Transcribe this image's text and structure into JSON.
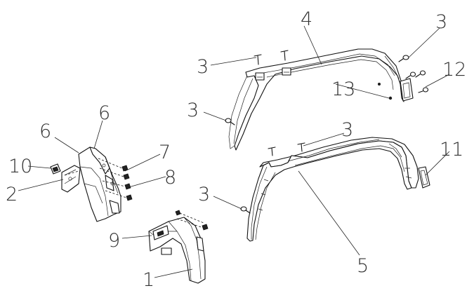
{
  "callouts": {
    "c1": "1",
    "c2": "2",
    "c3a": "3",
    "c3b": "3",
    "c3c": "3",
    "c3d": "3",
    "c3e": "3",
    "c4": "4",
    "c5": "5",
    "c6a": "6",
    "c6b": "6",
    "c7": "7",
    "c8": "8",
    "c9": "9",
    "c10": "10",
    "c11": "11",
    "c12": "12",
    "c13": "13"
  }
}
